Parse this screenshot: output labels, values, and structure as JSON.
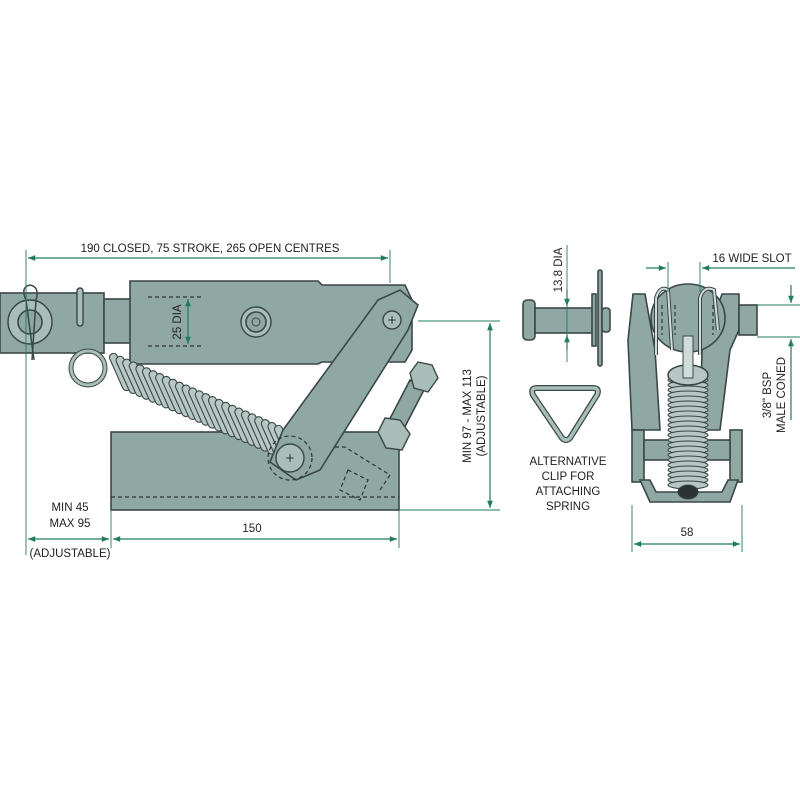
{
  "side_view": {
    "length_label": "190 CLOSED, 75 STROKE, 265 OPEN CENTRES",
    "diameter_label": "25 DIA",
    "height_label": "MIN 97  -  MAX 113",
    "height_note": "(ADJUSTABLE)",
    "offset_min": "MIN 45",
    "offset_max": "MAX 95",
    "offset_note": "(ADJUSTABLE)",
    "base_length": "150"
  },
  "pin_view": {
    "diameter_label": "13.8 DIA"
  },
  "clip_view": {
    "caption_lines": [
      "ALTERNATIVE",
      "CLIP FOR",
      "ATTACHING",
      "SPRING"
    ]
  },
  "end_view": {
    "slot_label": "16 WIDE SLOT",
    "port_label_1": "3/8\" BSP",
    "port_label_2": "MALE CONED",
    "width_label": "58"
  },
  "colors": {
    "part": "#8fa8a4",
    "dimension": "#1f7d5c",
    "outline": "#3a4746"
  }
}
